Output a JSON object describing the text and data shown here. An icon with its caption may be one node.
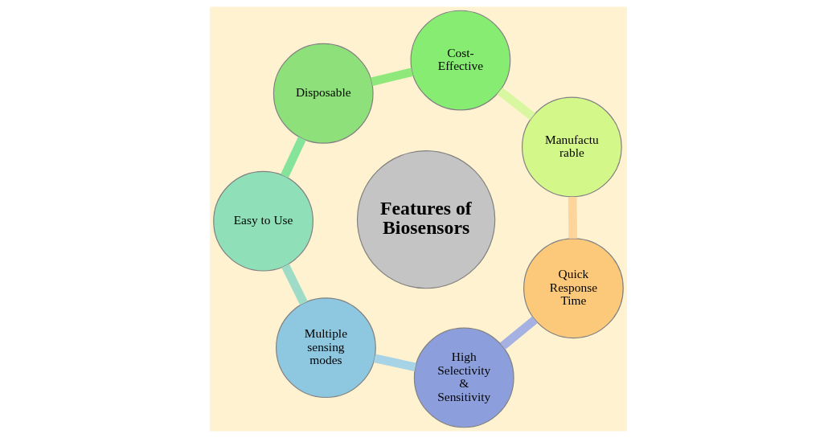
{
  "diagram": {
    "nodes": [
      {
        "text": [
          "Features of Biosensors"
        ]
      },
      {
        "text": [
          "Quick Response Time"
        ]
      },
      {
        "text": [
          "Manufactu rable"
        ]
      },
      {
        "text": [
          "Cost- Effective"
        ]
      },
      {
        "text": [
          "Disposable"
        ]
      },
      {
        "text": [
          "Easy to Use"
        ]
      },
      {
        "text": [
          "Multiple sensing modes"
        ]
      },
      {
        "text": [
          "High Selectivity & Sensitivity"
        ]
      }
    ],
    "edges": [
      {
        "from": 1,
        "to": 2,
        "arrow": "none",
        "color": "#fdd49a"
      },
      {
        "from": 2,
        "to": 3,
        "arrow": "none",
        "color": "#d9f7a0"
      },
      {
        "from": 3,
        "to": 4,
        "arrow": "none",
        "color": "#8ee87a"
      },
      {
        "from": 4,
        "to": 5,
        "arrow": "none",
        "color": "#86e49a"
      },
      {
        "from": 5,
        "to": 6,
        "arrow": "none",
        "color": "#9fdcc8"
      },
      {
        "from": 6,
        "to": 7,
        "arrow": "none",
        "color": "#a6d3e6"
      },
      {
        "from": 7,
        "to": 1,
        "arrow": "none",
        "color": "#a5b1e3"
      }
    ]
  }
}
